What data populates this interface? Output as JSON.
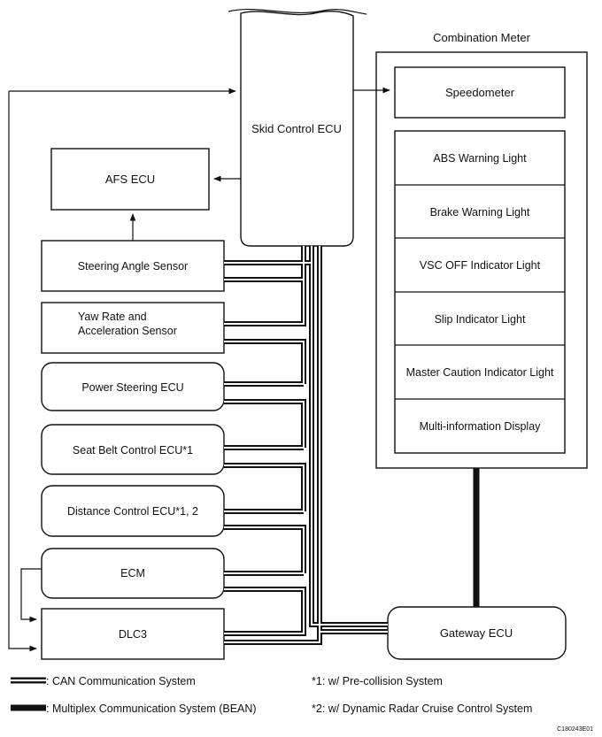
{
  "skid_control_ecu": "Skid Control ECU",
  "afs_ecu": "AFS ECU",
  "combination_meter": {
    "title": "Combination Meter",
    "items": [
      "Speedometer",
      "ABS Warning Light",
      "Brake Warning Light",
      "VSC OFF Indicator Light",
      "Slip Indicator Light",
      "Master Caution Indicator Light",
      "Multi-information Display"
    ]
  },
  "left_column": {
    "steering_angle_sensor": "Steering Angle Sensor",
    "yaw_rate_line1": "Yaw Rate and",
    "yaw_rate_line2": "Acceleration Sensor",
    "power_steering_ecu": "Power Steering ECU",
    "seat_belt_control_ecu": "Seat Belt Control ECU*1",
    "distance_control_ecu": "Distance Control ECU*1, 2",
    "ecm": "ECM",
    "dlc3": "DLC3"
  },
  "gateway_ecu": "Gateway ECU",
  "legend": {
    "can": ": CAN Communication System",
    "bean": ": Multiplex Communication System (BEAN)"
  },
  "notes": {
    "note1": "*1: w/ Pre-collision System",
    "note2": "*2: w/ Dynamic Radar Cruise Control System"
  },
  "figure_id": "C180243E01",
  "colors": {
    "line": "#111111",
    "background": "#ffffff"
  }
}
